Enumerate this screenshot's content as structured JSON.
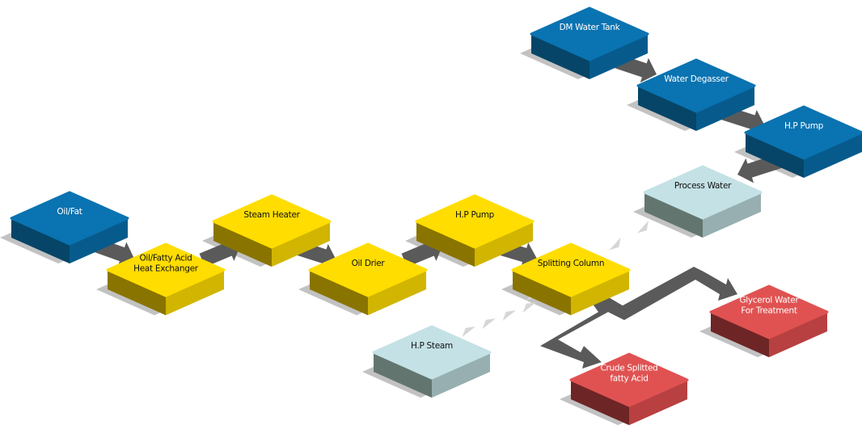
{
  "title": "Fat Splitting Process Flow",
  "colors": {
    "blue": {
      "top": "#0a73b1",
      "left": "#064567",
      "right": "#075b8c",
      "text": "#ffffff"
    },
    "yellow": {
      "top": "#ffdd00",
      "left": "#8a7400",
      "right": "#d1b500",
      "text": "#111111"
    },
    "lightblue": {
      "top": "#c4e1e5",
      "left": "#62766f",
      "right": "#97afb0",
      "text": "#111111"
    },
    "red": {
      "top": "#e05252",
      "left": "#6e2525",
      "right": "#b84040",
      "text": "#ffffff"
    },
    "arrow": "#5a5a5a",
    "shadow": "#c2c2c2",
    "steam_arrow": "#d6d6d6"
  },
  "blocks": [
    {
      "id": "dm-water-tank",
      "label": [
        "DM Water Tank"
      ],
      "color": "blue"
    },
    {
      "id": "water-degasser",
      "label": [
        "Water Degasser"
      ],
      "color": "blue"
    },
    {
      "id": "hp-pump-water",
      "label": [
        "H.P Pump"
      ],
      "color": "blue"
    },
    {
      "id": "process-water",
      "label": [
        "Process Water"
      ],
      "color": "lightblue"
    },
    {
      "id": "oil-fat",
      "label": [
        "Oil/Fat"
      ],
      "color": "blue"
    },
    {
      "id": "heat-exchanger",
      "label": [
        "Oil/Fatty Acid",
        "Heat Exchanger"
      ],
      "color": "yellow"
    },
    {
      "id": "steam-heater",
      "label": [
        "Steam Heater"
      ],
      "color": "yellow"
    },
    {
      "id": "oil-drier",
      "label": [
        "Oil Drier"
      ],
      "color": "yellow"
    },
    {
      "id": "hp-pump-oil",
      "label": [
        "H.P Pump"
      ],
      "color": "yellow"
    },
    {
      "id": "splitting-column",
      "label": [
        "Splitting Column"
      ],
      "color": "yellow"
    },
    {
      "id": "hp-steam",
      "label": [
        "H.P Steam"
      ],
      "color": "lightblue"
    },
    {
      "id": "glycerol-water",
      "label": [
        "Glycerol Water",
        "For Treatment"
      ],
      "color": "red"
    },
    {
      "id": "crude-fatty-acid",
      "label": [
        "Crude Splitted",
        "fatty Acid"
      ],
      "color": "red"
    }
  ],
  "flows": [
    {
      "from": "dm-water-tank",
      "to": "water-degasser",
      "style": "solid"
    },
    {
      "from": "water-degasser",
      "to": "hp-pump-water",
      "style": "solid"
    },
    {
      "from": "hp-pump-water",
      "to": "process-water",
      "style": "solid"
    },
    {
      "from": "process-water",
      "to": "splitting-column",
      "style": "chevrons"
    },
    {
      "from": "oil-fat",
      "to": "heat-exchanger",
      "style": "solid"
    },
    {
      "from": "heat-exchanger",
      "to": "steam-heater",
      "style": "solid"
    },
    {
      "from": "steam-heater",
      "to": "oil-drier",
      "style": "solid"
    },
    {
      "from": "oil-drier",
      "to": "hp-pump-oil",
      "style": "solid"
    },
    {
      "from": "hp-pump-oil",
      "to": "splitting-column",
      "style": "solid"
    },
    {
      "from": "hp-steam",
      "to": "splitting-column",
      "style": "chevrons"
    },
    {
      "from": "splitting-column",
      "to": "glycerol-water",
      "style": "solid"
    },
    {
      "from": "splitting-column",
      "to": "crude-fatty-acid",
      "style": "solid"
    }
  ]
}
